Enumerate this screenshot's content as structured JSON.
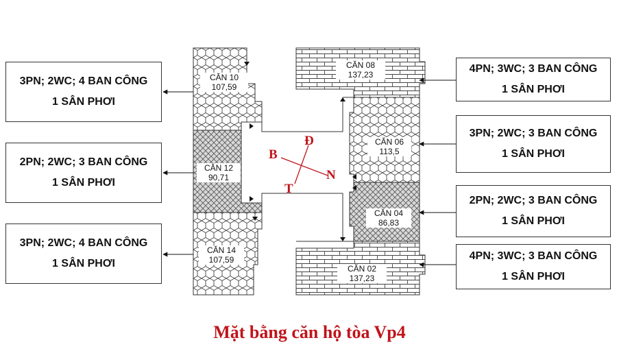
{
  "caption": "Mặt bằng căn hộ tòa Vp4",
  "compass": {
    "north": "Đ",
    "west": "B",
    "east": "N",
    "south": "T",
    "color": "#c0141b"
  },
  "units": [
    {
      "name": "CĂN 10",
      "area": "107,59"
    },
    {
      "name": "CĂN 12",
      "area": "90,71"
    },
    {
      "name": "CĂN 14",
      "area": "107,59"
    },
    {
      "name": "CĂN 08",
      "area": "137,23"
    },
    {
      "name": "CĂN 06",
      "area": "113,5"
    },
    {
      "name": "CĂN 04",
      "area": "86,83"
    },
    {
      "name": "CĂN 02",
      "area": "137,23"
    }
  ],
  "left_boxes": [
    {
      "line1": "3PN; 2WC; 4 BAN CÔNG",
      "line2": "1 SÂN PHƠI"
    },
    {
      "line1": "2PN; 2WC; 3 BAN CÔNG",
      "line2": "1 SÂN PHƠI"
    },
    {
      "line1": "3PN; 2WC; 4 BAN CÔNG",
      "line2": "1 SÂN PHƠI"
    }
  ],
  "right_boxes": [
    {
      "line1": "4PN; 3WC; 3 BAN CÔNG",
      "line2": "1 SÂN PHƠI"
    },
    {
      "line1": "3PN; 2WC; 3 BAN CÔNG",
      "line2": "1 SÂN PHƠI"
    },
    {
      "line1": "2PN; 2WC; 3 BAN CÔNG",
      "line2": "1 SÂN PHƠI"
    },
    {
      "line1": "4PN; 3WC; 3 BAN CÔNG",
      "line2": "1 SÂN PHƠI"
    }
  ]
}
